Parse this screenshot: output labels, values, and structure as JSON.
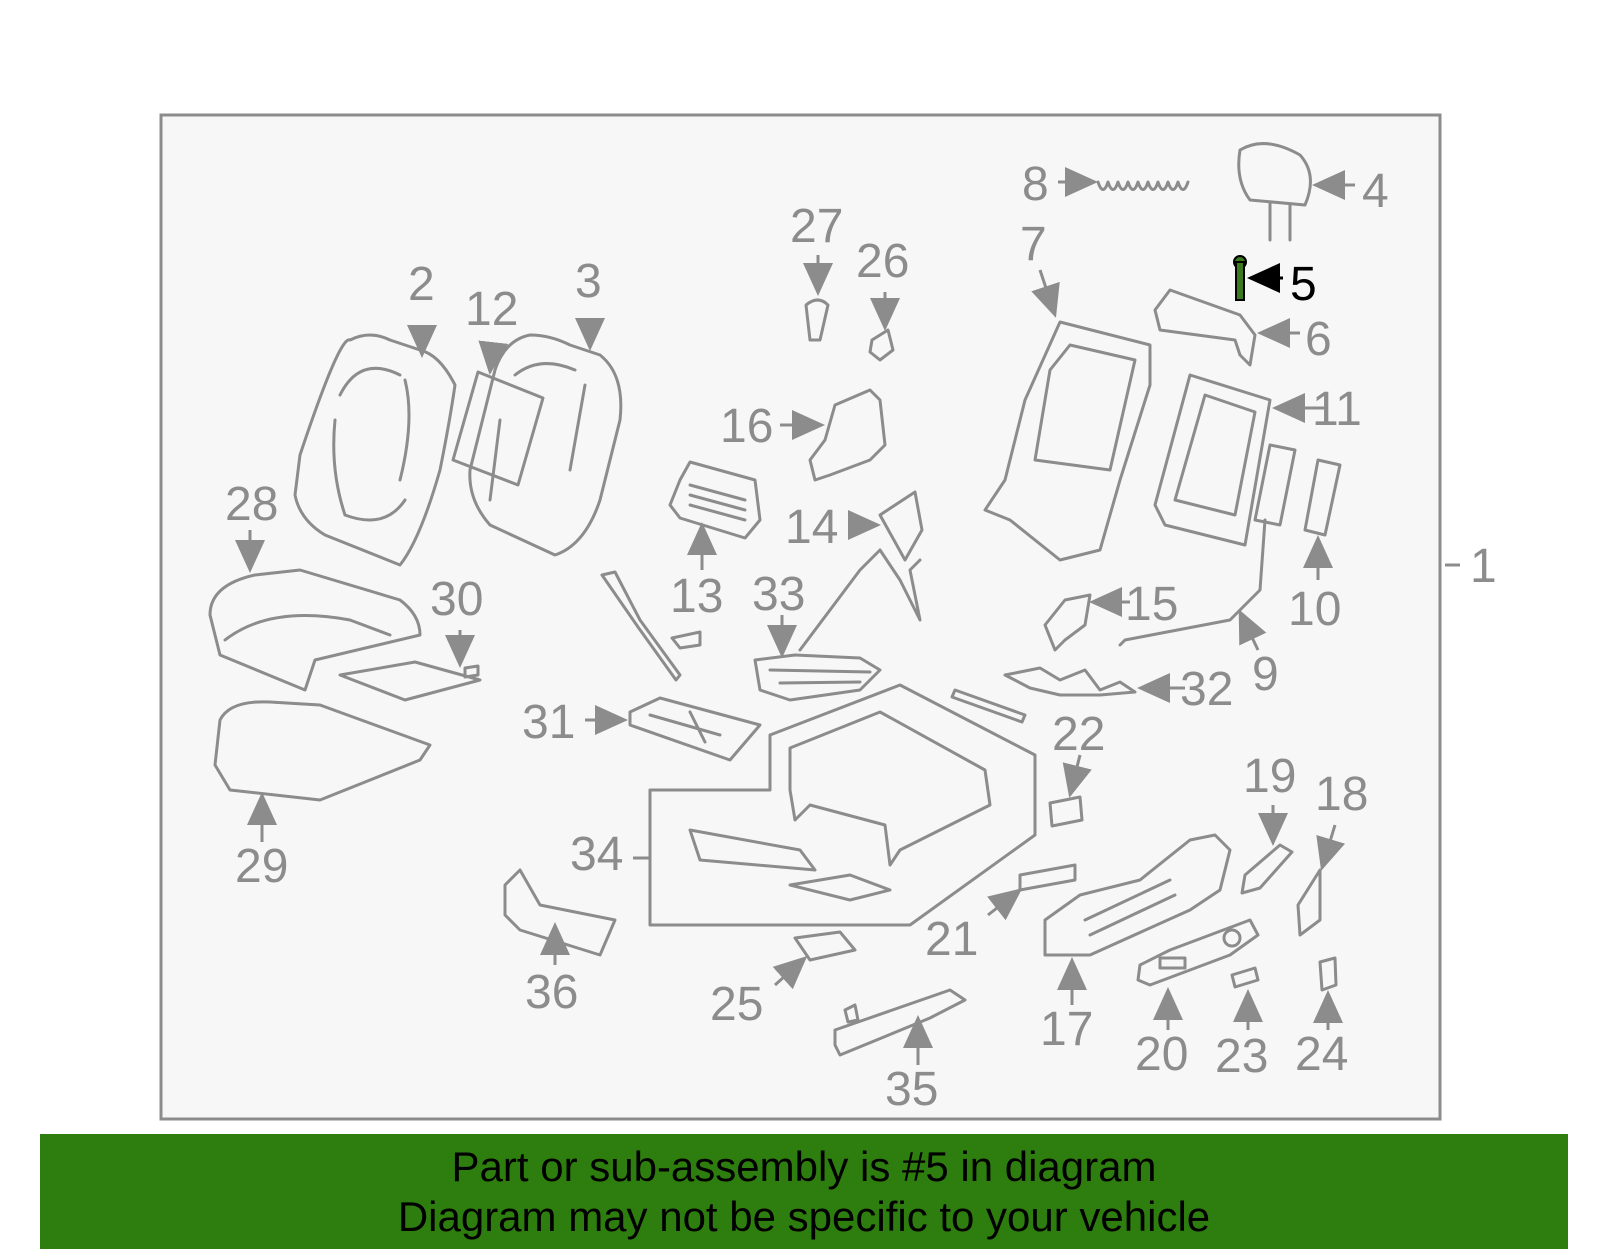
{
  "diagram": {
    "highlight_part": "5",
    "colors": {
      "frame_bg": "#f7f7f7",
      "line": "#8c8c8c",
      "highlight": "#3c7a1f",
      "banner": "#2e7d0f"
    },
    "labels": {
      "p1": "1",
      "p2": "2",
      "p3": "3",
      "p4": "4",
      "p5": "5",
      "p6": "6",
      "p7": "7",
      "p8": "8",
      "p9": "9",
      "p10": "10",
      "p11": "11",
      "p12": "12",
      "p13": "13",
      "p14": "14",
      "p15": "15",
      "p16": "16",
      "p17": "17",
      "p18": "18",
      "p19": "19",
      "p20": "20",
      "p21": "21",
      "p22": "22",
      "p23": "23",
      "p24": "24",
      "p25": "25",
      "p26": "26",
      "p27": "27",
      "p28": "28",
      "p29": "29",
      "p30": "30",
      "p31": "31",
      "p32": "32",
      "p33": "33",
      "p34": "34",
      "p35": "35",
      "p36": "36"
    }
  },
  "footer": {
    "line1": "Part or sub-assembly is #5 in diagram",
    "line2": "Diagram may not be specific to your vehicle"
  }
}
